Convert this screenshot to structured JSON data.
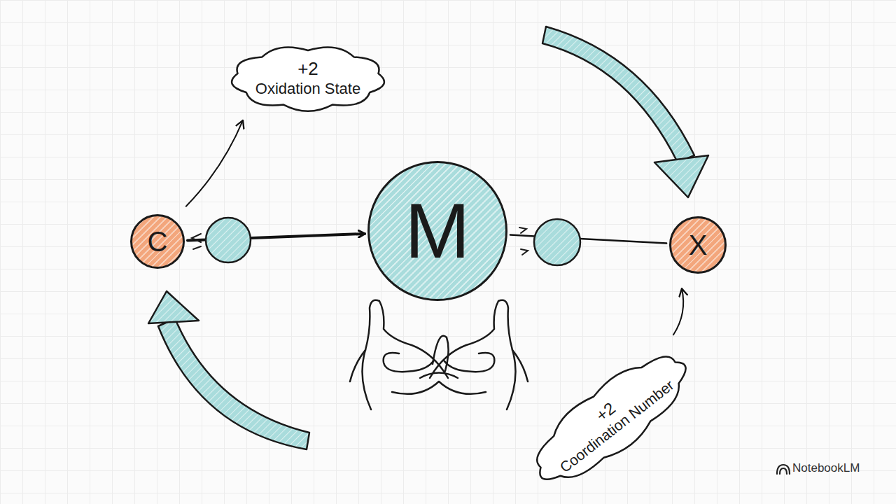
{
  "diagram": {
    "nodes": [
      {
        "text": [
          "+2",
          "Oxidation State"
        ]
      },
      {
        "text": [
          "C"
        ]
      },
      {
        "text": [
          "M"
        ]
      },
      {
        "text": [
          "X"
        ]
      },
      {
        "text": [
          "+2",
          "Coordination Number"
        ]
      }
    ],
    "edges": [
      {
        "from": 1,
        "to": 0,
        "arrow": "to"
      },
      {
        "from": 1,
        "to": 2,
        "arrow": "to"
      },
      {
        "from": 2,
        "to": 3,
        "arrow": "none"
      },
      {
        "from": 4,
        "to": 3,
        "arrow": "to"
      }
    ],
    "labels": [
      "NotebookLM"
    ]
  }
}
